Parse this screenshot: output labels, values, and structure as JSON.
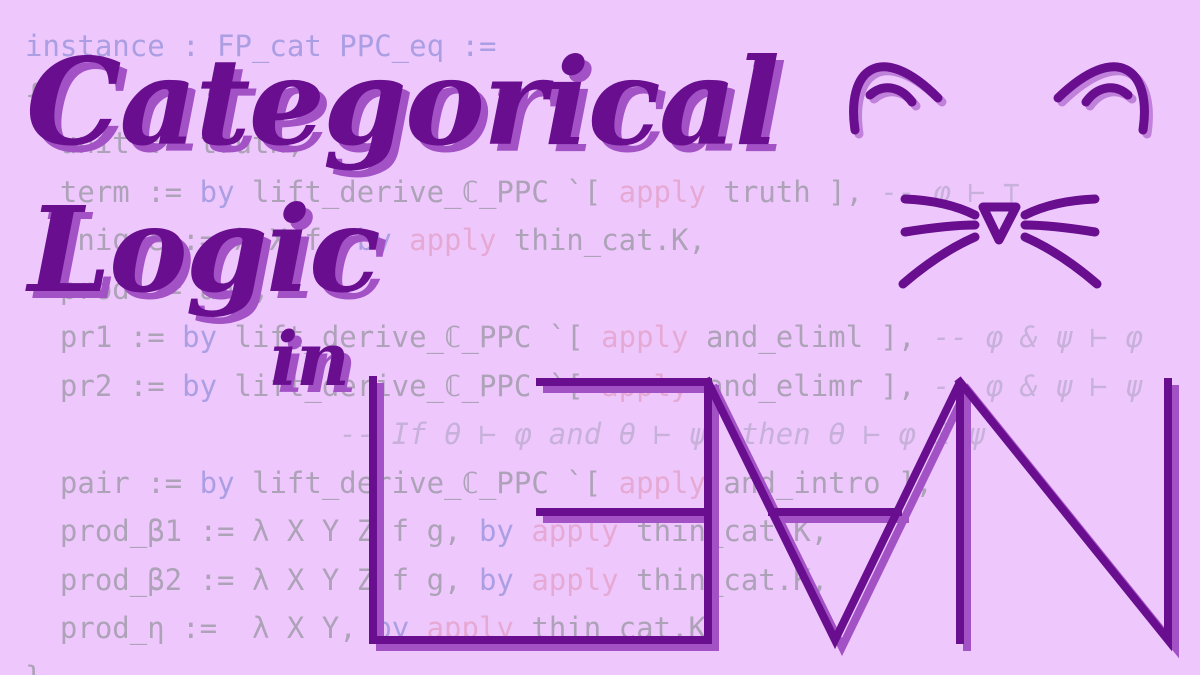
{
  "background_code": [
    {
      "tokens": [
        {
          "t": "instance : FP_cat PPC_eq :=",
          "c": "kw"
        }
      ]
    },
    {
      "tokens": [
        {
          "t": "{",
          "c": ""
        }
      ]
    },
    {
      "tokens": [
        {
          "t": "  unit := truth,",
          "c": ""
        }
      ]
    },
    {
      "tokens": [
        {
          "t": "  term := ",
          "c": ""
        },
        {
          "t": "by",
          "c": "kw"
        },
        {
          "t": " lift_derive_ℂ_PPC `[ ",
          "c": ""
        },
        {
          "t": "apply",
          "c": "tac"
        },
        {
          "t": " truth ], ",
          "c": ""
        },
        {
          "t": "-- φ ⊢ ⊤",
          "c": "cm"
        }
      ]
    },
    {
      "tokens": [
        {
          "t": "  unique := λ X f, ",
          "c": ""
        },
        {
          "t": "by",
          "c": "kw"
        },
        {
          "t": " ",
          "c": ""
        },
        {
          "t": "apply",
          "c": "tac"
        },
        {
          "t": " thin_cat.K,",
          "c": ""
        }
      ]
    },
    {
      "tokens": [
        {
          "t": "  prod := and,",
          "c": ""
        }
      ]
    },
    {
      "tokens": [
        {
          "t": "  pr1 := ",
          "c": ""
        },
        {
          "t": "by",
          "c": "kw"
        },
        {
          "t": " lift_derive_ℂ_PPC `[ ",
          "c": ""
        },
        {
          "t": "apply",
          "c": "tac"
        },
        {
          "t": " and_eliml ], ",
          "c": ""
        },
        {
          "t": "-- φ & ψ ⊢ φ",
          "c": "cm"
        }
      ]
    },
    {
      "tokens": [
        {
          "t": "  pr2 := ",
          "c": ""
        },
        {
          "t": "by",
          "c": "kw"
        },
        {
          "t": " lift_derive_ℂ_PPC `[ ",
          "c": ""
        },
        {
          "t": "apply",
          "c": "tac"
        },
        {
          "t": " and_elimr ], ",
          "c": ""
        },
        {
          "t": "-- φ & ψ ⊢ ψ",
          "c": "cm"
        }
      ]
    },
    {
      "tokens": [
        {
          "t": "                  ",
          "c": ""
        },
        {
          "t": "-- If θ ⊢ φ and θ ⊢ ψ, then θ ⊢ φ & ψ",
          "c": "cm"
        }
      ]
    },
    {
      "tokens": [
        {
          "t": "  pair := ",
          "c": ""
        },
        {
          "t": "by",
          "c": "kw"
        },
        {
          "t": " lift_derive_ℂ_PPC `[ ",
          "c": ""
        },
        {
          "t": "apply",
          "c": "tac"
        },
        {
          "t": " and_intro ],",
          "c": ""
        }
      ]
    },
    {
      "tokens": [
        {
          "t": "  prod_β1 := λ X Y Z f g, ",
          "c": ""
        },
        {
          "t": "by",
          "c": "kw"
        },
        {
          "t": " ",
          "c": ""
        },
        {
          "t": "apply",
          "c": "tac"
        },
        {
          "t": " thin_cat.K,",
          "c": ""
        }
      ]
    },
    {
      "tokens": [
        {
          "t": "  prod_β2 := λ X Y Z f g, ",
          "c": ""
        },
        {
          "t": "by",
          "c": "kw"
        },
        {
          "t": " ",
          "c": ""
        },
        {
          "t": "apply",
          "c": "tac"
        },
        {
          "t": " thin_cat.K,",
          "c": ""
        }
      ]
    },
    {
      "tokens": [
        {
          "t": "  prod_η :=  λ X Y, ",
          "c": ""
        },
        {
          "t": "by",
          "c": "kw"
        },
        {
          "t": " ",
          "c": ""
        },
        {
          "t": "apply",
          "c": "tac"
        },
        {
          "t": " thin_cat.K,",
          "c": ""
        }
      ]
    },
    {
      "tokens": [
        {
          "t": "}",
          "c": ""
        }
      ]
    }
  ],
  "title": {
    "line1": "Categorical",
    "line2": "Logic",
    "line3": "in"
  },
  "logo": {
    "text": "LEAN",
    "style": "line-art"
  },
  "cat_face": {
    "icon": "cat-face-icon"
  },
  "colors": {
    "background": "#eec8fd",
    "title": "#680e8f",
    "title_shadow": "#a352c5",
    "logo": "#680e8f",
    "logo_shadow": "#a352c5",
    "code_text": "#ada2b7",
    "code_keyword": "#ab9ee3",
    "code_tactic": "#e6a9d4",
    "code_comment": "#c7b1da"
  }
}
